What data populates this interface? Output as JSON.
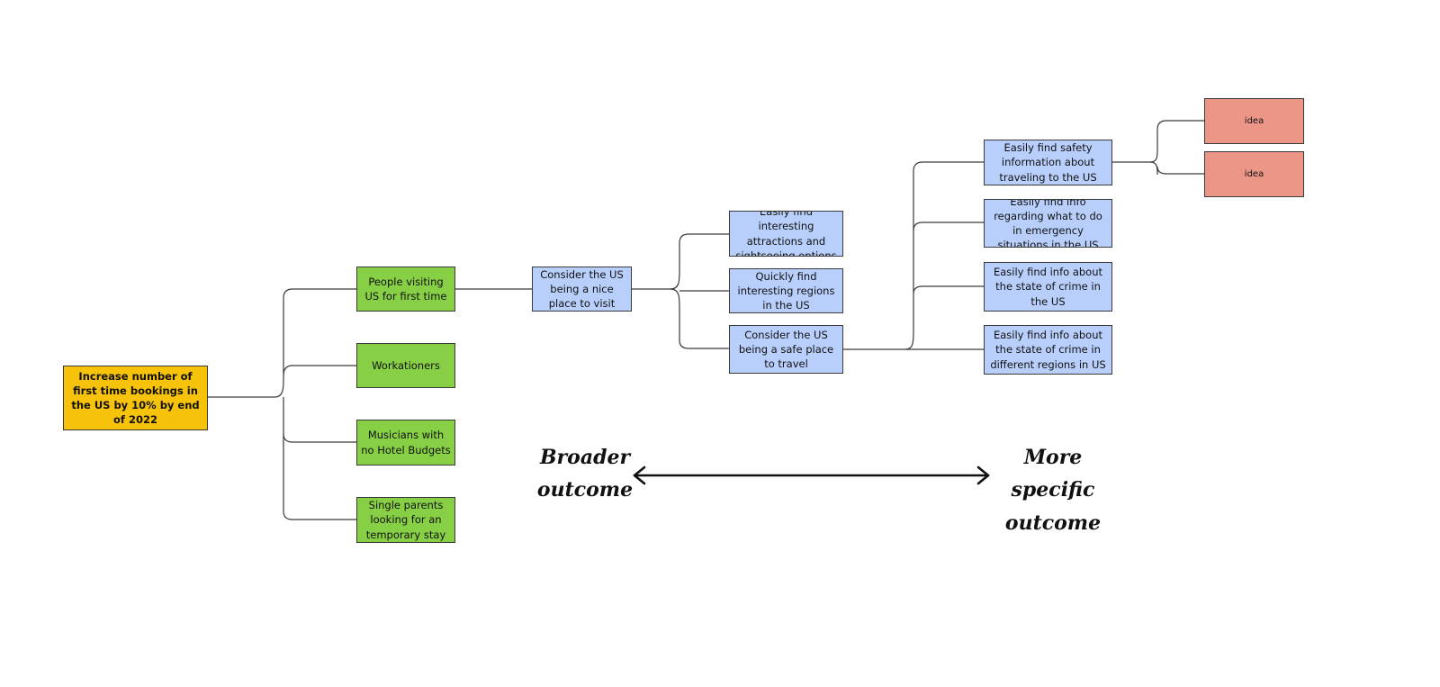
{
  "nodes": {
    "goal": "Increase number of first time bookings in the US by 10% by end of 2022",
    "first_time_visitors": "People visiting US for first time",
    "workationers": "Workationers",
    "musicians": "Musicians  with no Hotel Budgets",
    "single_parents": "Single parents looking for an temporary stay",
    "nice_place": "Consider the US being a nice place to visit",
    "attractions": "Easily find interesting attractions and sightseeing options",
    "regions": "Quickly find interesting regions in the US",
    "safe_place": "Consider the US being a safe place to travel",
    "safety_info": "Easily find safety information about traveling to the US",
    "emergency_info": "Easily find info regarding what to do in emergency situations in the US",
    "crime_state": "Easily find info about the state of crime in the US",
    "crime_regions": "Easily find info about the state of crime in different regions in US",
    "idea_1": "idea",
    "idea_2": "idea"
  },
  "scale": {
    "left_label": "Broader outcome",
    "right_label": "More specific outcome"
  },
  "colors": {
    "goal": "#f7c20a",
    "opportunity": "#87cf45",
    "outcome": "#b9cffb",
    "idea": "#ec9688"
  }
}
